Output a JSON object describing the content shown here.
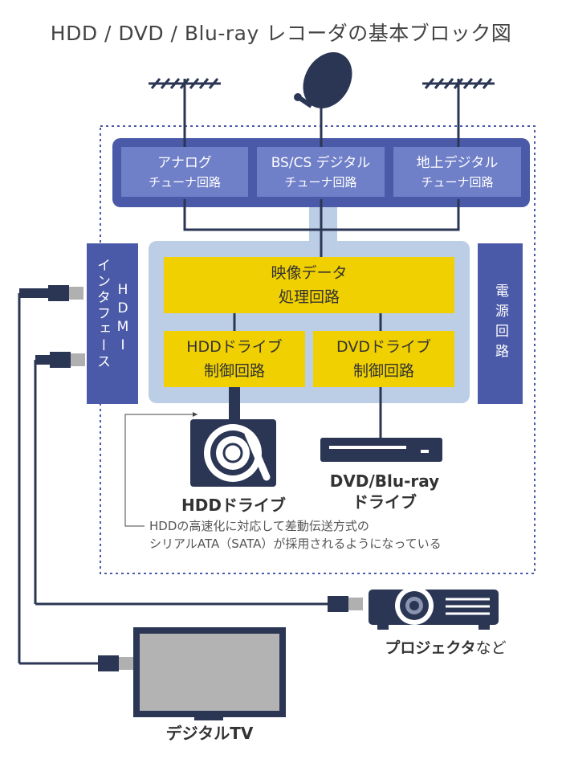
{
  "title": "HDD / DVD / Blu-ray レコーダの基本ブロック図",
  "tuners": [
    {
      "name": "アナログ",
      "sub": "チューナ回路"
    },
    {
      "name": "BS/CS デジタル",
      "sub": "チューナ回路"
    },
    {
      "name": "地上デジタル",
      "sub": "チューナ回路"
    }
  ],
  "video_processing": {
    "line1": "映像データ",
    "line2": "処理回路"
  },
  "hdd_control": {
    "line1": "HDDドライブ",
    "line2": "制御回路"
  },
  "dvd_control": {
    "line1": "DVDドライブ",
    "line2": "制御回路"
  },
  "hdmi_interface": {
    "col1": "HDMI",
    "col2": "インタフェース"
  },
  "power_circuit": "電源回路",
  "hdd_drive_label": "HDDドライブ",
  "dvd_drive_label": {
    "line1": "DVD/Blu-ray",
    "line2": "ドライブ"
  },
  "note": {
    "line1": "HDDの高速化に対応して差動伝送方式の",
    "line2": "シリアルATA（SATA）が採用されるようになっている"
  },
  "projector_label": {
    "bold": "プロジェクタ",
    "normal": "など"
  },
  "tv_label": "デジタルTV",
  "colors": {
    "tuner_bar": "#4b5aa8",
    "tuner_box": "#6f7fc8",
    "core_bg": "#bccde6",
    "yellow": "#f0d000",
    "navy": "#2b3654",
    "side_box": "#4b5aa8",
    "connector": "#b0b0b0"
  },
  "icons": [
    "antenna-icon",
    "satellite-dish-icon",
    "hard-disk-icon",
    "optical-drive-icon",
    "projector-icon",
    "tv-icon",
    "hdmi-plug-icon"
  ]
}
